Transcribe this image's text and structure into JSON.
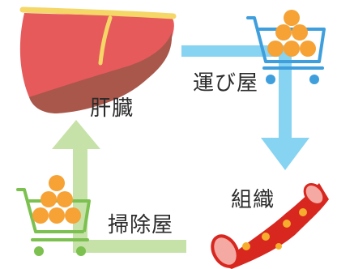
{
  "labels": {
    "liver": "肝臓",
    "carrier": "運び屋",
    "tissue": "組織",
    "cleaner": "掃除屋"
  },
  "colors": {
    "liver_main": "#e65a5c",
    "liver_dark": "#a8574a",
    "liver_bile": "#f5d767",
    "arrow_blue": "#86d3f2",
    "arrow_green": "#c6e2a8",
    "cart_blue": "#3f9fdc",
    "cart_green": "#7cc150",
    "ball_orange": "#f6a235",
    "vessel_red": "#d7271f",
    "vessel_inner": "#f4a9a3",
    "vessel_dots": "#f6ad2e"
  }
}
